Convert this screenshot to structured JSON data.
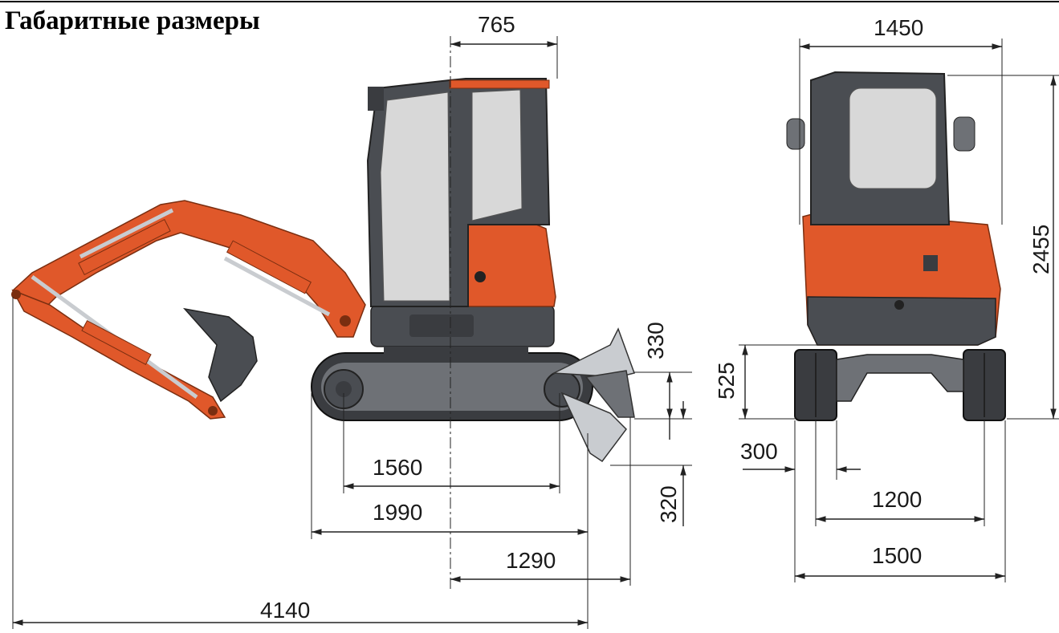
{
  "title": "Габаритные размеры",
  "colors": {
    "body_orange": "#E0582A",
    "dark_grey": "#4a4d52",
    "mid_grey": "#6e7176",
    "light_grey": "#c9ccd0",
    "glass": "#d8d8d8",
    "track": "#3a3c40",
    "line": "#222222"
  },
  "dimensions": {
    "top_rear_radius": "765",
    "track_length_tumblers": "1560",
    "track_length_overall": "1990",
    "blade_reach": "1290",
    "overall_length": "4140",
    "blade_lift": "330",
    "blade_drop": "320",
    "front_width_top": "1450",
    "overall_height": "2455",
    "ground_clearance_height": "525",
    "track_shoe_width": "300",
    "track_gauge": "1200",
    "overall_width": "1500"
  }
}
